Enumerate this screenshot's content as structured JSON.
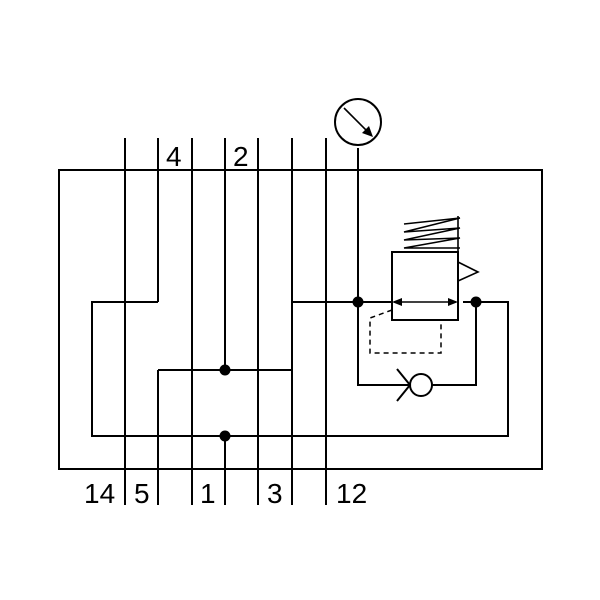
{
  "diagram": {
    "ports_top": [
      {
        "id": "port-4",
        "label": "4"
      },
      {
        "id": "port-2",
        "label": "2"
      }
    ],
    "ports_bottom": [
      {
        "id": "port-14",
        "label": "14"
      },
      {
        "id": "port-5",
        "label": "5"
      },
      {
        "id": "port-1",
        "label": "1"
      },
      {
        "id": "port-3",
        "label": "3"
      },
      {
        "id": "port-12",
        "label": "12"
      }
    ],
    "components": [
      {
        "name": "pressure-gauge-icon"
      },
      {
        "name": "pressure-regulator-icon"
      },
      {
        "name": "check-valve-icon"
      }
    ],
    "colors": {
      "line": "#000000",
      "background": "#ffffff"
    }
  }
}
